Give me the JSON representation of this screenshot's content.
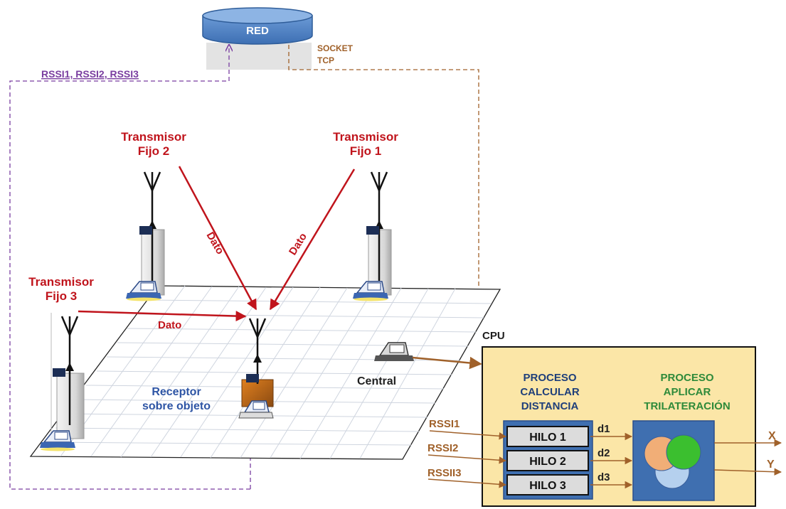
{
  "network": {
    "label": "RED",
    "socket_line1": "SOCKET",
    "socket_line2": "TCP",
    "rssi_feed": "RSSI1, RSSI2, RSSI3"
  },
  "transmitters": [
    {
      "line1": "Transmisor",
      "line2": "Fijo  2"
    },
    {
      "line1": "Transmisor",
      "line2": "Fijo  1"
    },
    {
      "line1": "Transmisor",
      "line2": "Fijo  3"
    }
  ],
  "signals": {
    "dato_left": "Dato",
    "dato_right": "Dato",
    "dato_bottom": "Dato"
  },
  "receiver": {
    "line1": "Receptor",
    "line2": "sobre objeto"
  },
  "central": {
    "label": "Central"
  },
  "cpu": {
    "label": "CPU",
    "process1": [
      "PROCESO",
      "CALCULAR",
      "DISTANCIA"
    ],
    "process2": [
      "PROCESO",
      "APLICAR",
      "TRILATERACIÓN"
    ],
    "threads": [
      "HILO  1",
      "HILO  2",
      "HILO  3"
    ],
    "inputs": [
      "RSSI1",
      "RSSI2",
      "RSSII3"
    ],
    "distances": [
      "d1",
      "d2",
      "d3"
    ],
    "outputs": [
      "X",
      "Y"
    ]
  },
  "colors": {
    "transmitter_text": "#c0141c",
    "signal_arrow": "#c0141c",
    "receiver_text": "#2e55a5",
    "network_disk": "#4a7fc0",
    "rssi_text": "#7a3ea0",
    "connector": "#a0612a",
    "cpu_fill": "#fbe6a7",
    "process_fill": "#3f6fb0",
    "process_text": "#2e8a3a"
  }
}
